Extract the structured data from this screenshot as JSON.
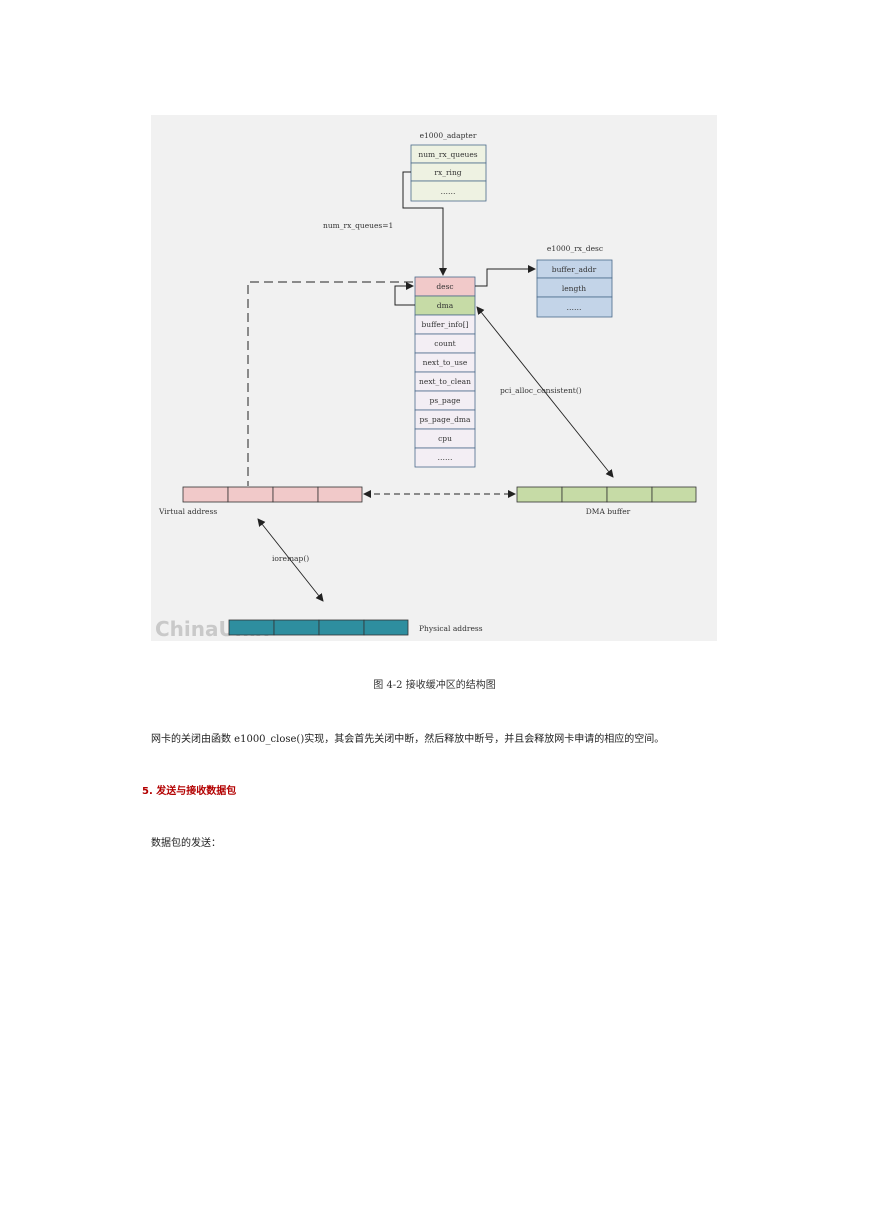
{
  "figure": {
    "adapter": {
      "title": "e1000_adapter",
      "fields": [
        "num_rx_queues",
        "rx_ring",
        "……"
      ]
    },
    "queues_note": "num_rx_queues=1",
    "rx_ring": {
      "fields": [
        "desc",
        "dma",
        "buffer_info[]",
        "count",
        "next_to_use",
        "next_to_clean",
        "ps_page",
        "ps_page_dma",
        "cpu",
        "……"
      ]
    },
    "rx_desc": {
      "title": "e1000_rx_desc",
      "fields": [
        "buffer_addr",
        "length",
        "……"
      ]
    },
    "pci_label": "pci_alloc_consistent()",
    "virtual_label": "Virtual address",
    "dma_label": "DMA buffer",
    "ioremap_label": "ioremap()",
    "physical_label": "Physical address",
    "watermark": "ChinaUnix",
    "colors": {
      "adapter": "#eef2e2",
      "desc": "#f1c9c9",
      "dma_field": "#c6dba6",
      "ring": "#f3eef4",
      "rxdesc": "#c3d4e8",
      "virtual": "#f1c9c9",
      "dmabuf": "#c6dba6",
      "physical": "#2e8e9f"
    }
  },
  "caption": "图 4-2 接收缓冲区的结构图",
  "paragraph": "网卡的关闭由函数 e1000_close()实现，其会首先关闭中断，然后释放中断号，并且会释放网卡申请的相应的空间。",
  "section_heading": "5. 发送与接收数据包",
  "paragraph2": "数据包的发送："
}
